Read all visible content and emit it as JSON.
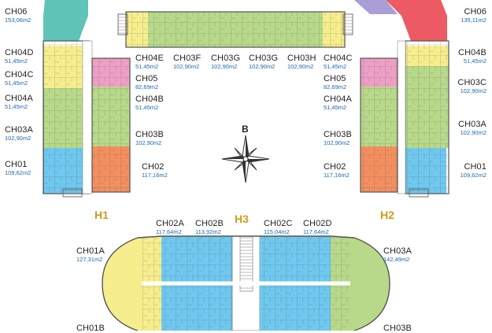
{
  "compass": {
    "north_letter": "B"
  },
  "towers": {
    "h1": "H1",
    "h2": "H2",
    "h3": "H3"
  },
  "units": {
    "l_ch06": {
      "code": "CH06",
      "area": "153,06m2"
    },
    "l_ch04d": {
      "code": "CH04D",
      "area": "51,45m2"
    },
    "l_ch04c": {
      "code": "CH04C",
      "area": "51,45m2"
    },
    "l_ch04a": {
      "code": "CH04A",
      "area": "51,45m2"
    },
    "l_ch03a": {
      "code": "CH03A",
      "area": "102,90m2"
    },
    "l_ch01": {
      "code": "CH01",
      "area": "109,62m2"
    },
    "li_ch05": {
      "code": "CH05",
      "area": "82,69m2"
    },
    "li_ch04b": {
      "code": "CH04B",
      "area": "51,45m2"
    },
    "li_ch03b": {
      "code": "CH03B",
      "area": "102,90m2"
    },
    "li_ch02": {
      "code": "CH02",
      "area": "117,16m2"
    },
    "t_ch04e": {
      "code": "CH04E",
      "area": "51,45m2"
    },
    "t_ch03f": {
      "code": "CH03F",
      "area": "102,90m2"
    },
    "t_ch03g1": {
      "code": "CH03G",
      "area": "102,90m2"
    },
    "t_ch03g2": {
      "code": "CH03G",
      "area": "102,90m2"
    },
    "t_ch03h": {
      "code": "CH03H",
      "area": "102,90m2"
    },
    "t_ch04c": {
      "code": "CH04C",
      "area": "51,45m2"
    },
    "ri_ch05": {
      "code": "CH05",
      "area": "82,69m2"
    },
    "ri_ch04a": {
      "code": "CH04A",
      "area": "51,45m2"
    },
    "ri_ch03b": {
      "code": "CH03B",
      "area": "102,90m2"
    },
    "ri_ch02": {
      "code": "CH02",
      "area": "117,16m2"
    },
    "r_ch06": {
      "code": "CH06",
      "area": "135,11m2"
    },
    "r_ch04b": {
      "code": "CH04B",
      "area": "51,45m2"
    },
    "r_ch03c": {
      "code": "CH03C",
      "area": "102,90m2"
    },
    "r_ch03a": {
      "code": "CH03A",
      "area": "102,90m2"
    },
    "r_ch01": {
      "code": "CH01",
      "area": "109,62m2"
    },
    "b_ch02a": {
      "code": "CH02A",
      "area": "117,64m2"
    },
    "b_ch02b": {
      "code": "CH02B",
      "area": "113,92m2"
    },
    "b_ch02c": {
      "code": "CH02C",
      "area": "115,04m2"
    },
    "b_ch02d": {
      "code": "CH02D",
      "area": "117,64m2"
    },
    "b_ch01a": {
      "code": "CH01A",
      "area": "127,31m2"
    },
    "b_ch03a": {
      "code": "CH03A",
      "area": "142,49m2"
    },
    "b_ch01b": {
      "code": "CH01B",
      "area": ""
    },
    "b_ch02b_low": {
      "code": "CH03B",
      "area": ""
    }
  },
  "colors": {
    "green": "#b8d98a",
    "yellow": "#f6ee8d",
    "pink": "#ee9fc5",
    "orange": "#f38f5f",
    "blue": "#6fc8ef",
    "cyan": "#4cc3e8",
    "lavender": "#a99fd6",
    "red": "#ec5a63",
    "core": "#ffffff",
    "wall": "#555555"
  }
}
